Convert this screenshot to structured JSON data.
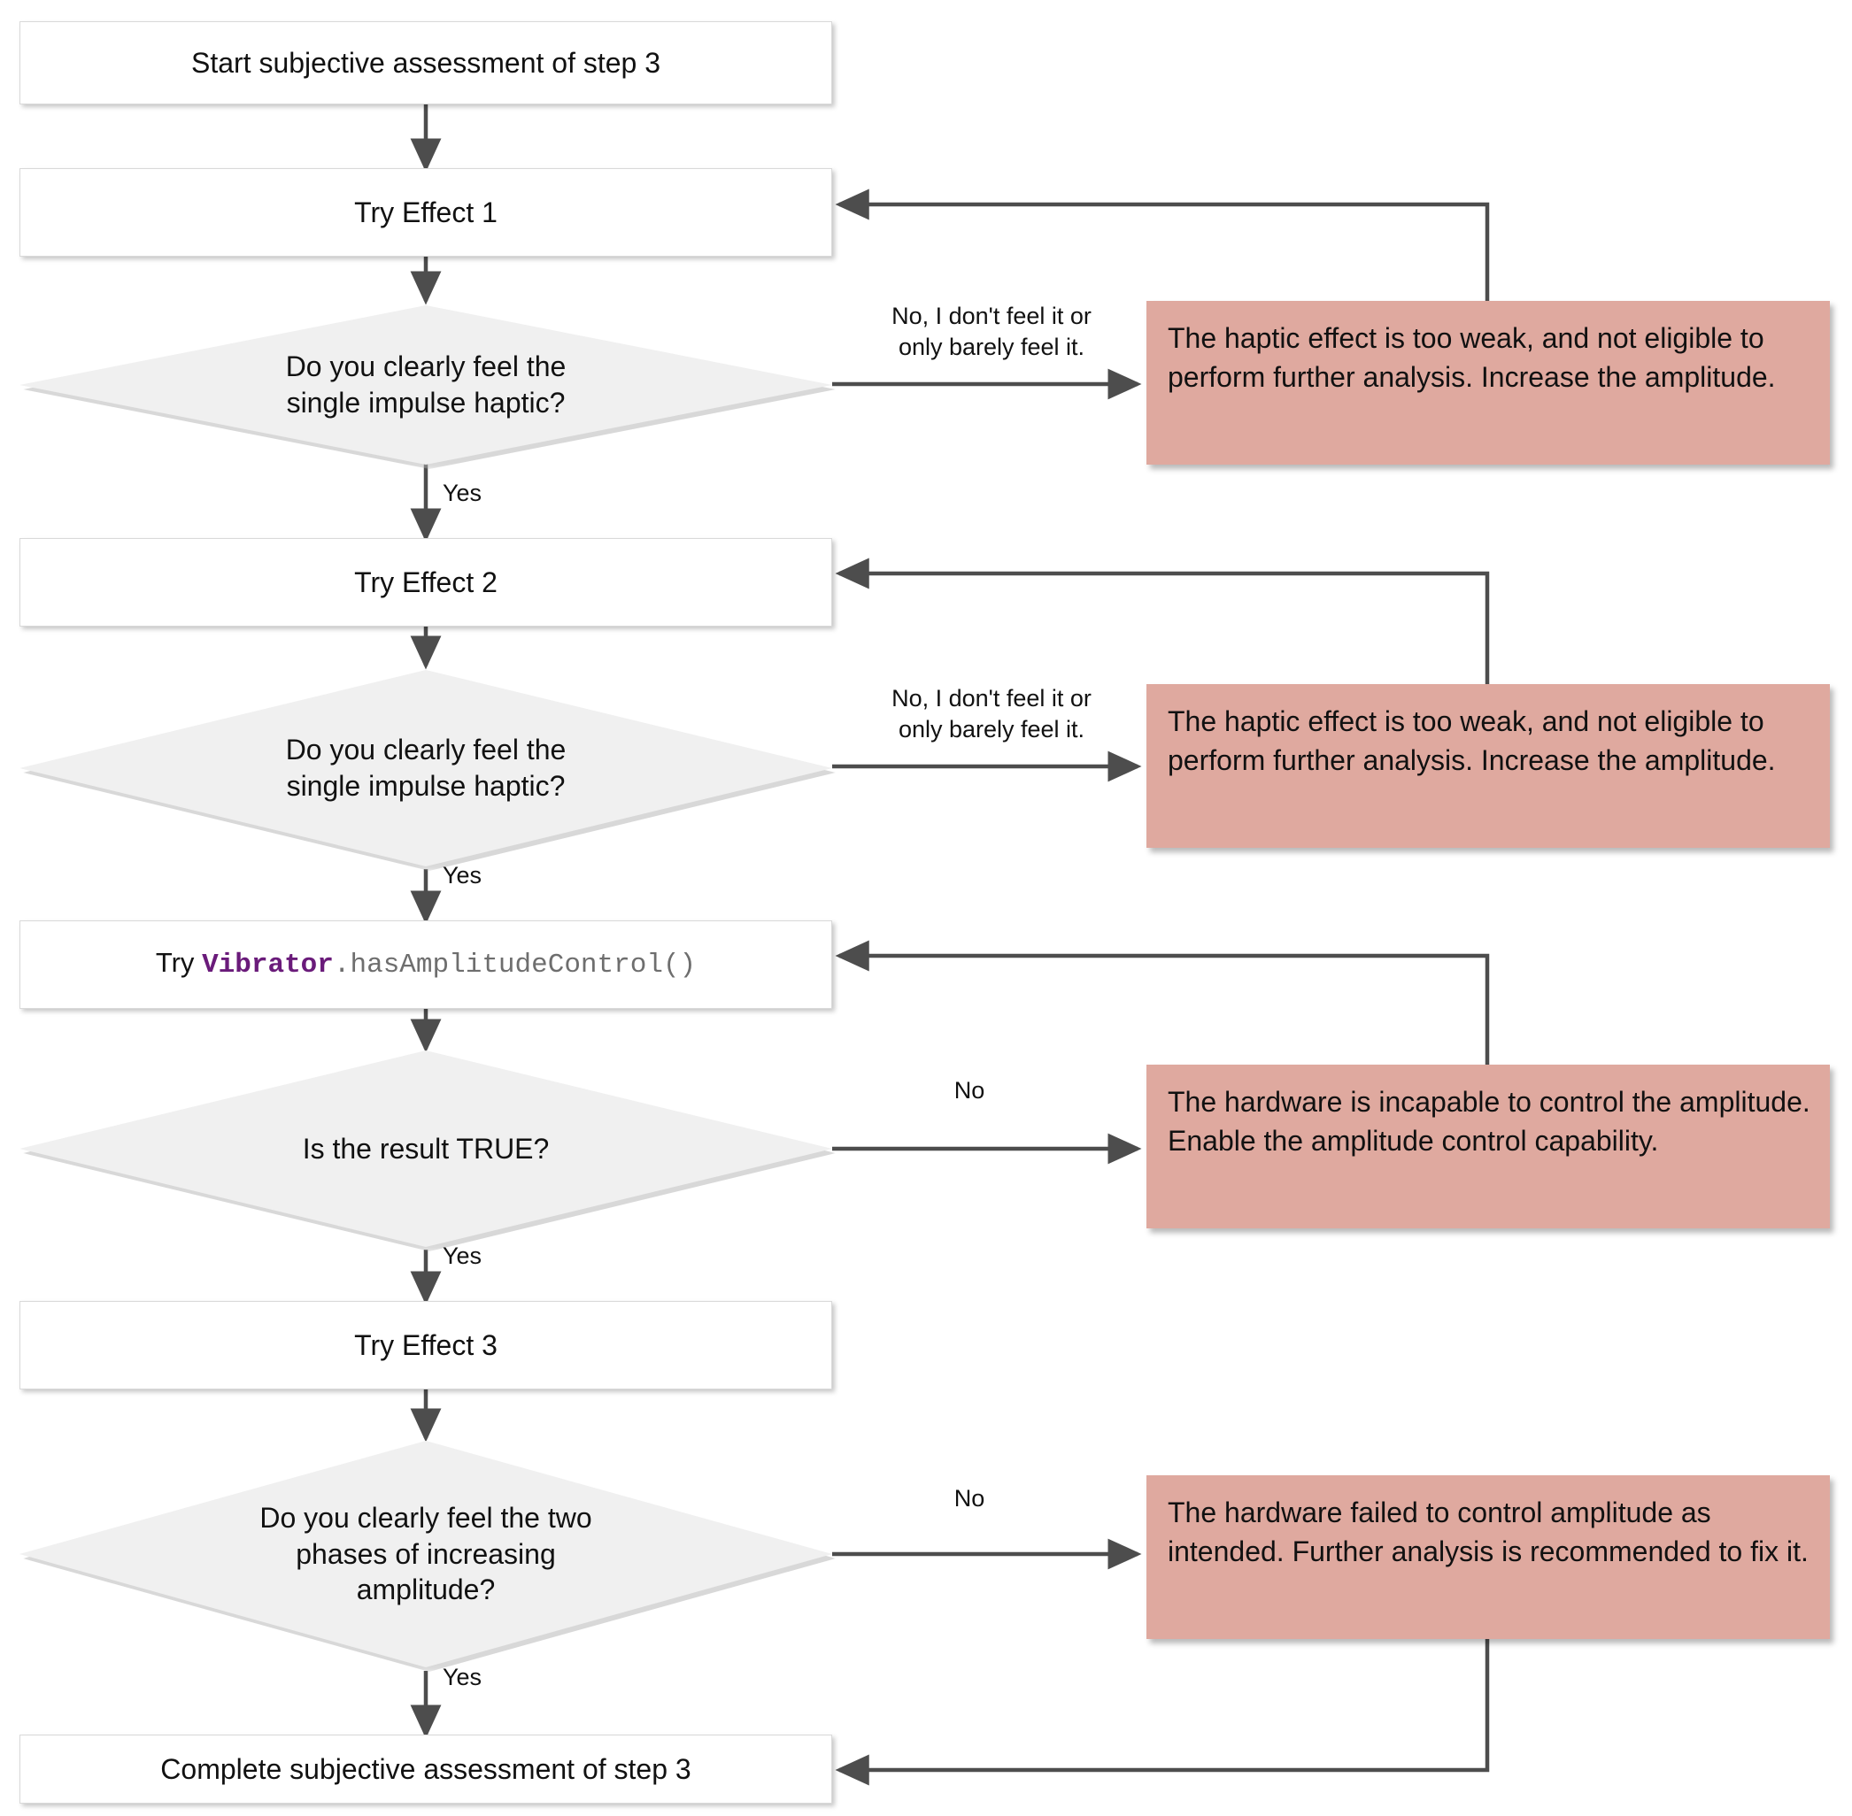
{
  "diagram": {
    "type": "flowchart",
    "title": "Subjective assessment of step 3",
    "colors": {
      "process_fill": "#FFFFFF",
      "decision_fill": "#F0F0F0",
      "note_fill": "#DFA99F",
      "line": "#4D4D4D",
      "text": "#111111",
      "code_class": "#6A1B7A",
      "code_method": "#6E6E6E"
    },
    "nodes": {
      "start": {
        "label": "Start subjective assessment of step 3",
        "shape": "process"
      },
      "try_effect_1": {
        "label": "Try Effect 1",
        "shape": "process"
      },
      "decision_1": {
        "label": "Do you clearly feel the\nsingle impulse haptic?",
        "shape": "decision"
      },
      "note_1": {
        "label": "The haptic effect is too weak, and not eligible to perform further analysis. Increase the amplitude.",
        "shape": "note"
      },
      "try_effect_2": {
        "label": "Try Effect 2",
        "shape": "process"
      },
      "decision_2": {
        "label": "Do you clearly feel the\nsingle impulse haptic?",
        "shape": "decision"
      },
      "note_2": {
        "label": "The haptic effect is too weak, and not eligible to perform further analysis. Increase the amplitude.",
        "shape": "note"
      },
      "try_has_amplitude_control": {
        "shape": "process",
        "code_prefix": "Try ",
        "code_class": "Vibrator",
        "code_method": ".hasAmplitudeControl()",
        "label": "Try Vibrator.hasAmplitudeControl()"
      },
      "decision_3": {
        "label": "Is the result TRUE?",
        "shape": "decision"
      },
      "note_3": {
        "label": "The hardware is incapable to control the amplitude. Enable the amplitude control capability.",
        "shape": "note"
      },
      "try_effect_3": {
        "label": "Try Effect 3",
        "shape": "process"
      },
      "decision_4": {
        "label": "Do you clearly feel the two\nphases of increasing\namplitude?",
        "shape": "decision"
      },
      "note_4": {
        "label": "The hardware failed to control amplitude as intended. Further analysis is recommended to fix it.",
        "shape": "note"
      },
      "complete": {
        "label": "Complete subjective assessment of step 3",
        "shape": "process"
      }
    },
    "edge_labels": {
      "no_barely_1": "No, I don't feel it or\nonly barely feel it.",
      "yes_1": "Yes",
      "no_barely_2": "No, I don't feel it or\nonly barely feel it.",
      "yes_2": "Yes",
      "no_3": "No",
      "yes_3": "Yes",
      "no_4": "No",
      "yes_4": "Yes"
    }
  }
}
